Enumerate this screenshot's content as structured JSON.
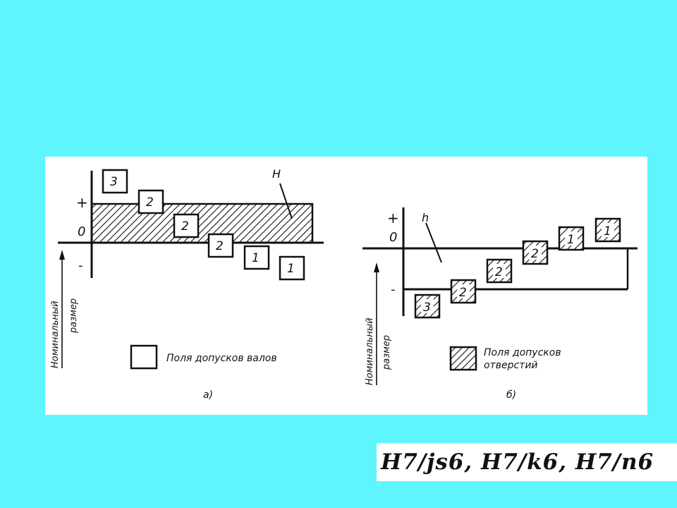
{
  "colors": {
    "background": "#5ff5ff",
    "panel": "#ffffff",
    "ink": "#111111"
  },
  "diagram_a": {
    "plus": "+",
    "zero": "0",
    "minus": "-",
    "axis_label_line1": "Номинальный",
    "axis_label_line2": "размер",
    "field_label": "H",
    "shaft_boxes": [
      "3",
      "2",
      "2",
      "2",
      "1",
      "1"
    ],
    "legend_text": "Поля допусков валов",
    "caption": "а)"
  },
  "diagram_b": {
    "plus": "+",
    "zero": "0",
    "minus": "-",
    "axis_label_line1": "Номинальный",
    "axis_label_line2": "размер",
    "field_label": "h",
    "hole_boxes": [
      "3",
      "2",
      "2",
      "2",
      "1",
      "1"
    ],
    "legend_line1": "Поля допусков",
    "legend_line2": "отверстий",
    "caption": "б)"
  },
  "formula": "H7/js6, H7/k6, H7/n6"
}
